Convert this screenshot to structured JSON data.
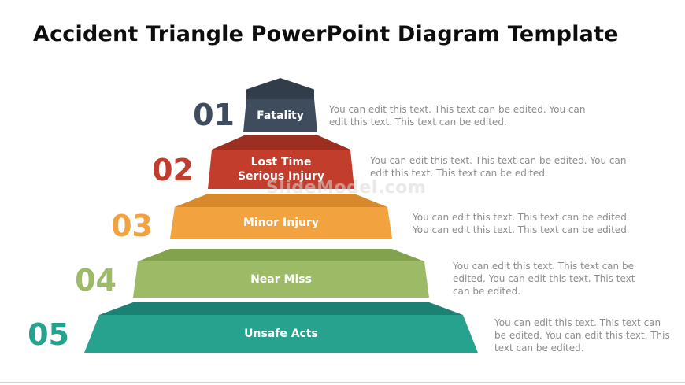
{
  "page": {
    "title": "Accident Triangle PowerPoint Diagram Template",
    "watermark": "SlideModel.com"
  },
  "pyramid": {
    "levels": [
      {
        "number": "01",
        "label": "Fatality",
        "description": "You can edit this text. This text can be edited. You can edit this text. This text can be edited.",
        "color": "#3e4c5e",
        "cap_color": "#323d4c"
      },
      {
        "number": "02",
        "label": "Lost Time Serious Injury",
        "description": "You can edit this text. This text can be edited. You can edit this text. This text can be edited.",
        "color": "#c23d2c",
        "cap_color": "#9c2f22"
      },
      {
        "number": "03",
        "label": "Minor Injury",
        "description": "You can edit this text. This text can be edited. You can edit this text. This text can be edited.",
        "color": "#f2a33f",
        "cap_color": "#d8892b"
      },
      {
        "number": "04",
        "label": "Near Miss",
        "description": "You can edit this text. This text can be edited. You can edit this text. This text can be edited.",
        "color": "#9dbb67",
        "cap_color": "#83a24e"
      },
      {
        "number": "05",
        "label": "Unsafe Acts",
        "description": "You can edit this text. This text can be edited. You can edit this text. This text can be edited.",
        "color": "#27a28e",
        "cap_color": "#1b8172"
      }
    ]
  }
}
